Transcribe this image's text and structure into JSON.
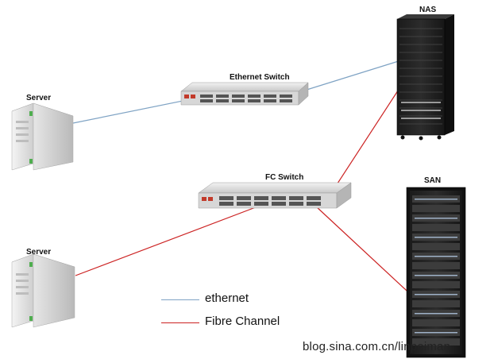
{
  "nodes": {
    "server_top": {
      "label": "Server"
    },
    "server_bottom": {
      "label": "Server"
    },
    "eth_switch": {
      "label": "Ethernet Switch"
    },
    "fc_switch": {
      "label": "FC Switch"
    },
    "nas": {
      "label": "NAS"
    },
    "san": {
      "label": "SAN"
    }
  },
  "legend": {
    "items": [
      {
        "label": "ethernet",
        "color": "#7fa3c4"
      },
      {
        "label": "Fibre Channel",
        "color": "#cc2222"
      }
    ]
  },
  "colors": {
    "ethernet": "#7fa3c4",
    "fibre_channel": "#cc2222"
  },
  "watermark": "blog.sina.com.cn/linpeiman"
}
